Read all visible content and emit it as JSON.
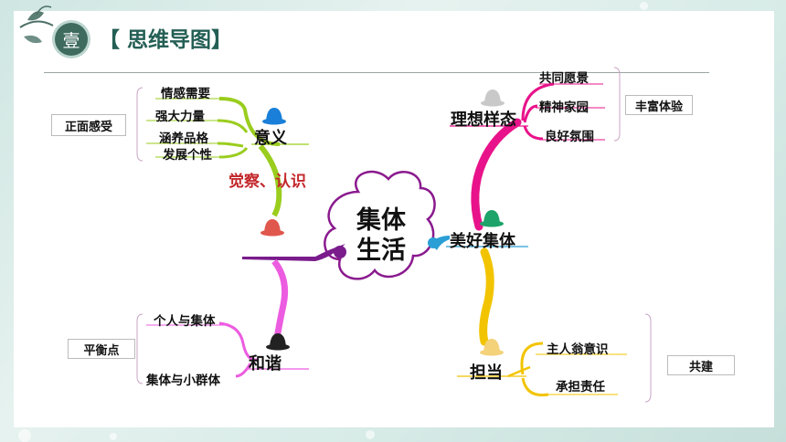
{
  "header": {
    "seal": "壹",
    "title": "【 思维导图】"
  },
  "center": {
    "line1": "集体",
    "line2": "生活"
  },
  "left": {
    "top": {
      "label": "意义",
      "items": [
        "情感需要",
        "强大力量",
        "涵养品格",
        "发展个性"
      ],
      "group": "正面感受"
    },
    "tag": "觉察、认识",
    "bottom": {
      "label": "和谐",
      "items": [
        "个人与集体",
        "集体与小群体"
      ],
      "group": "平衡点"
    }
  },
  "right": {
    "label": "美好集体",
    "top": {
      "label": "理想样态",
      "items": [
        "共同愿景",
        "精神家园",
        "良好氛围"
      ],
      "group": "丰富体验"
    },
    "bottom": {
      "label": "担当",
      "items": [
        "主人翁意识",
        "承担责任"
      ],
      "group": "共建"
    }
  },
  "colors": {
    "meaning_branch": "#9acd1e",
    "harmony_branch": "#ec5ce0",
    "ideal_branch": "#e8138a",
    "duty_branch": "#f2c400",
    "right_stem": "#2a9fd6",
    "left_stem": "#7a1c8c"
  }
}
